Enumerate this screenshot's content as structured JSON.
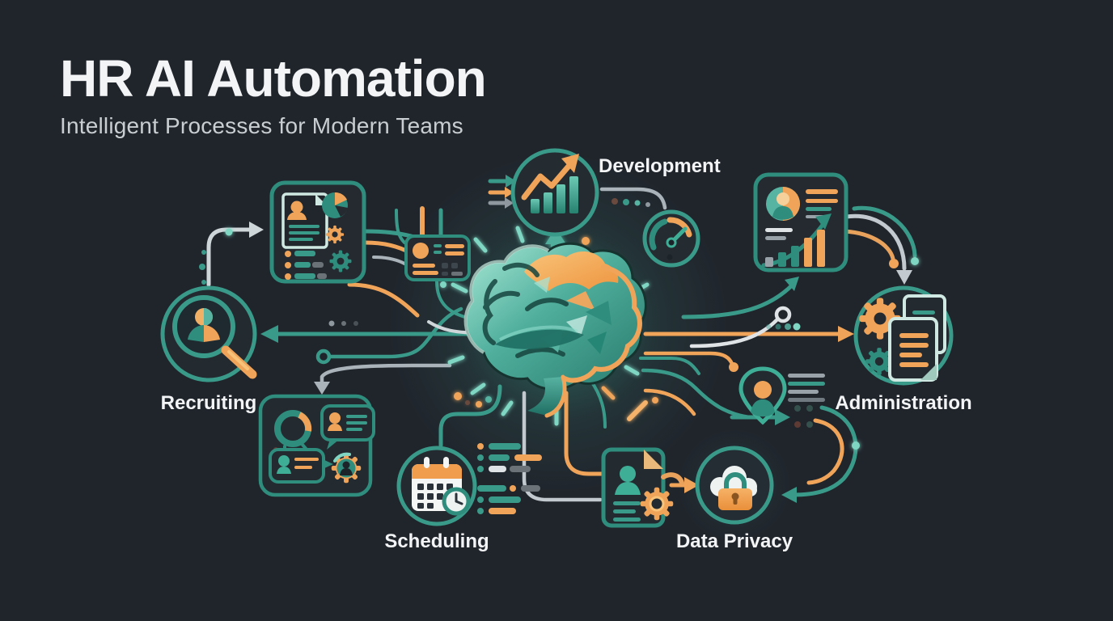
{
  "header": {
    "title": "HR AI Automation",
    "subtitle": "Intelligent Processes for Modern Teams"
  },
  "nodes": [
    {
      "id": "development",
      "label": "Development",
      "icon": "growth-chart-icon"
    },
    {
      "id": "recruiting",
      "label": "Recruiting",
      "icon": "candidate-search-icon"
    },
    {
      "id": "scheduling",
      "label": "Scheduling",
      "icon": "calendar-clock-icon"
    },
    {
      "id": "data_privacy",
      "label": "Data Privacy",
      "icon": "cloud-lock-icon"
    },
    {
      "id": "administration",
      "label": "Administration",
      "icon": "gears-documents-icon"
    }
  ],
  "center": {
    "icon": "ai-brain-icon"
  },
  "auxiliary_icons": [
    "resume-analytics-panel-icon",
    "id-card-icon",
    "gauge-icon",
    "chat-automation-panel-icon",
    "task-list-icon",
    "employee-document-icon",
    "location-person-icon",
    "team-analytics-panel-icon"
  ],
  "colors": {
    "background": "#20252c",
    "teal": "#3a9a8a",
    "teal_dark": "#2f8d7e",
    "teal_light": "#7fd6c2",
    "orange": "#f0a45a",
    "silver": "#aab3ba",
    "title_text": "#f2f4f5",
    "subtitle_text": "#c9ced2"
  }
}
